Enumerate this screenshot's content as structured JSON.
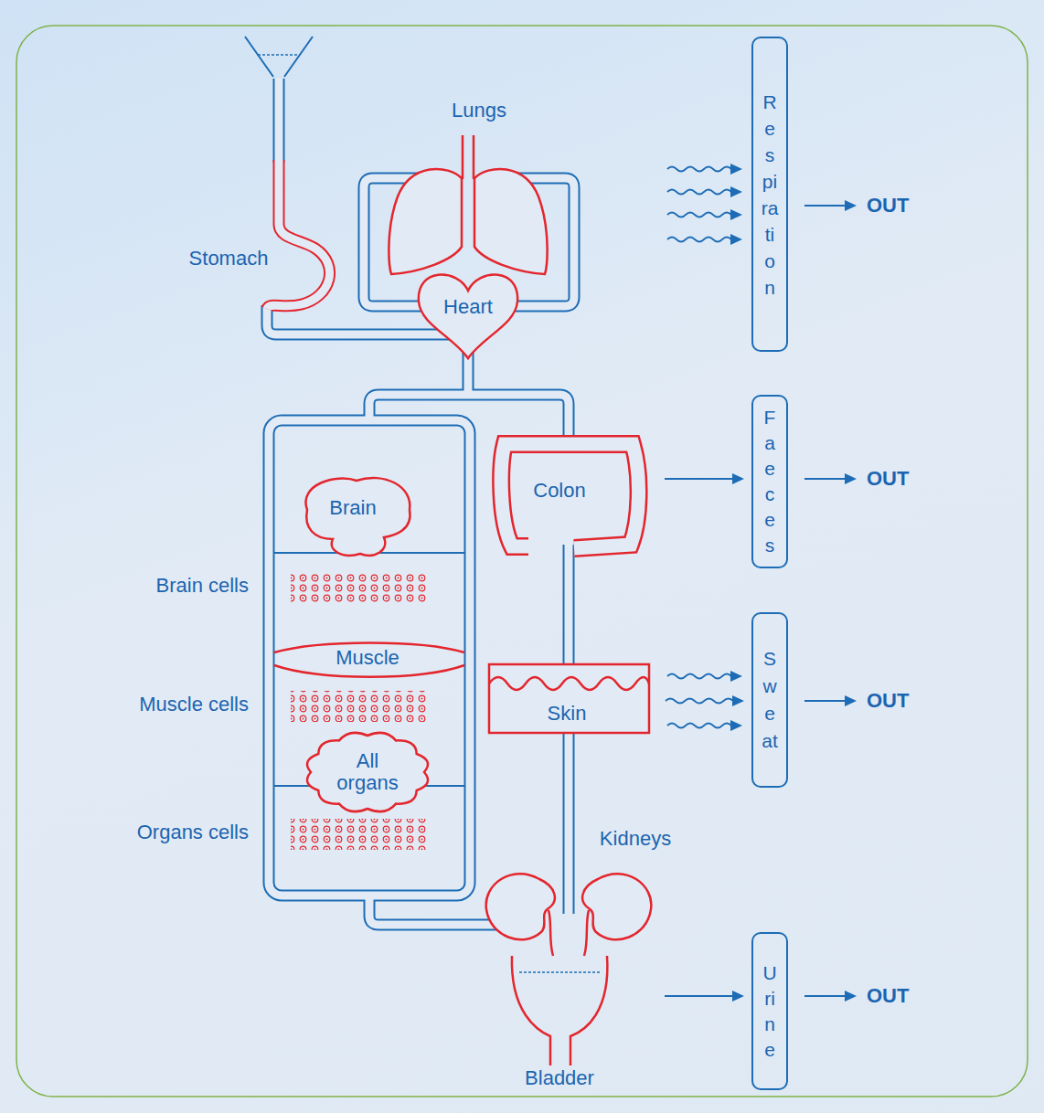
{
  "diagram": {
    "nodes": [
      {
        "text": [
          "Stomach"
        ]
      },
      {
        "text": [
          "Lungs"
        ]
      },
      {
        "text": [
          "Heart"
        ]
      },
      {
        "text": [
          "Respiration"
        ]
      },
      {
        "text": [
          "Brain"
        ]
      },
      {
        "text": [
          "Muscle"
        ]
      },
      {
        "text": [
          "All organs"
        ]
      },
      {
        "text": [
          "Colon"
        ]
      },
      {
        "text": [
          "Faeces"
        ]
      },
      {
        "text": [
          "Skin"
        ]
      },
      {
        "text": [
          "Sweat"
        ]
      },
      {
        "text": [
          "Kidneys"
        ]
      },
      {
        "text": [
          "Bladder"
        ]
      },
      {
        "text": [
          "Urine"
        ]
      }
    ],
    "edges": [
      {
        "from": 7,
        "to": 8,
        "arrow": "to"
      },
      {
        "from": 9,
        "to": 10,
        "arrow": "to"
      },
      {
        "from": 12,
        "to": 13,
        "arrow": "to"
      }
    ],
    "labels": [
      "Brain cells",
      "Muscle cells",
      "Organs cells",
      "OUT",
      "OUT",
      "OUT",
      "OUT"
    ]
  }
}
